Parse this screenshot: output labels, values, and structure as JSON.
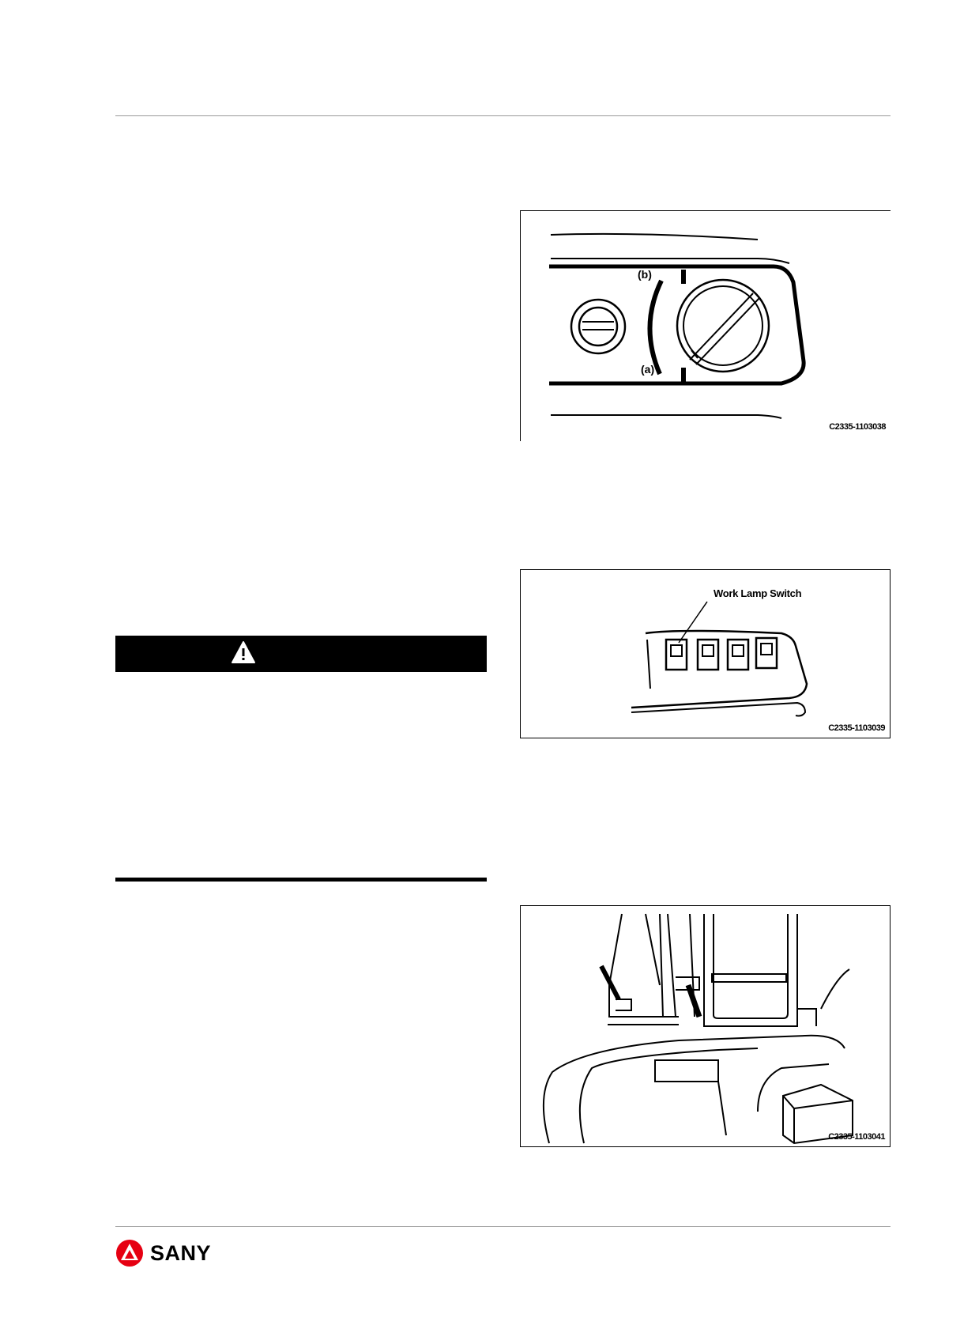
{
  "figures": [
    {
      "code": "C2335-1103038",
      "labels": {
        "b": "(b)",
        "a": "(a)"
      }
    },
    {
      "code": "C2335-1103039",
      "callout": "Work Lamp Switch"
    },
    {
      "code": "C2335-1103041"
    }
  ],
  "warning": {
    "icon": "warning-triangle-icon"
  },
  "footer": {
    "brand": "SANY",
    "brand_color": "#e60012"
  }
}
